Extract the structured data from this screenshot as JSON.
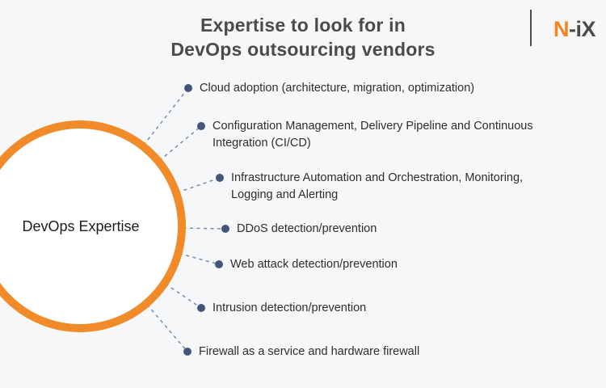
{
  "page": {
    "background_color": "#F6F7F9"
  },
  "header": {
    "title_lines": [
      "Expertise to look for in",
      "DevOps outsourcing vendors"
    ],
    "title_color": "#4B4B4B",
    "logo": {
      "orange_part": "N",
      "dark_part": "-iX",
      "orange_color": "#F5831F",
      "dark_color": "#4B4B4D"
    }
  },
  "diagram": {
    "center_label": "DevOps Expertise",
    "circle_stroke_color": "#F18A28",
    "connector_color": "#7083A8",
    "bullet_color": "#42567A",
    "items": [
      {
        "lines": [
          "Cloud adoption (architecture, migration, optimization)"
        ]
      },
      {
        "lines": [
          "Configuration Management, Delivery Pipeline and Continuous",
          "Integration (CI/CD)"
        ]
      },
      {
        "lines": [
          "Infrastructure Automation and Orchestration, Monitoring,",
          "Logging and Alerting"
        ]
      },
      {
        "lines": [
          "DDoS detection/prevention"
        ]
      },
      {
        "lines": [
          "Web attack detection/prevention"
        ]
      },
      {
        "lines": [
          "Intrusion detection/prevention"
        ]
      },
      {
        "lines": [
          "Firewall as a service  and hardware firewall"
        ]
      }
    ]
  }
}
